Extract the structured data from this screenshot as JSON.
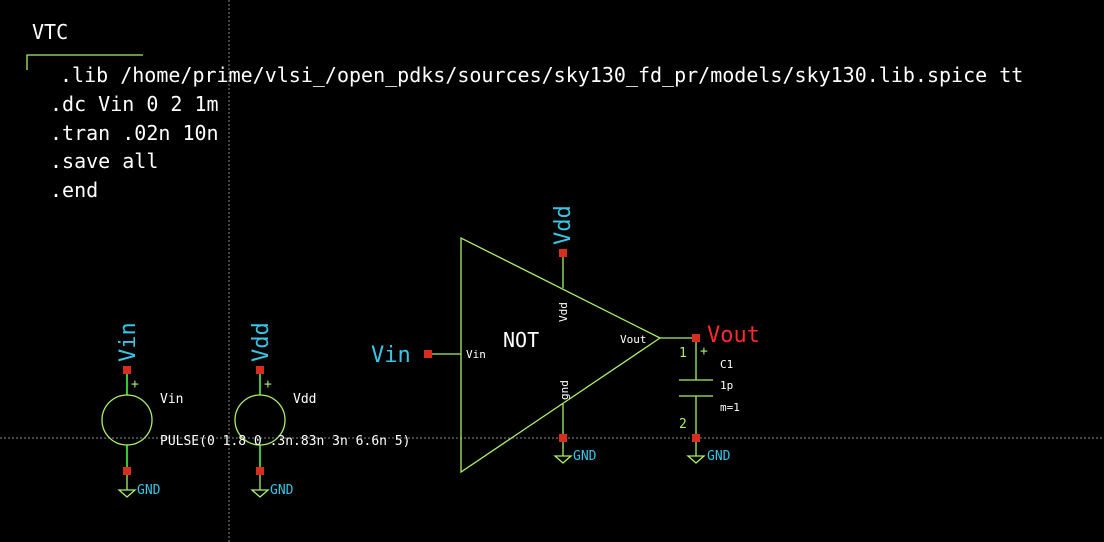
{
  "title": "VTC",
  "netlist": [
    ".lib /home/prime/vlsi_/open_pdks/sources/sky130_fd_pr/models/sky130.lib.spice tt",
    ".dc Vin 0 2 1m",
    ".tran .02n 10n",
    ".save all",
    ".end"
  ],
  "sources": {
    "vin": {
      "net_label": "Vin",
      "name": "Vin",
      "plus": "+",
      "gnd": "GND"
    },
    "vdd": {
      "net_label": "Vdd",
      "name": "Vdd",
      "plus": "+",
      "gnd": "GND"
    },
    "pulse_value": "PULSE(0 1.8 0 .3n.83n 3n 6.6n 5)"
  },
  "gate": {
    "label": "NOT",
    "pin_vin": "Vin",
    "pin_vdd": "Vdd",
    "pin_vout": "Vout",
    "pin_gnd": "gnd",
    "net_vdd": "Vdd",
    "net_vin": "Vin",
    "net_vout": "Vout",
    "gnd": "GND"
  },
  "capacitor": {
    "name": "C1",
    "value": "1p",
    "mult": "m=1",
    "pin1": "1",
    "pin2": "2",
    "plus": "+",
    "gnd": "GND"
  },
  "colors": {
    "background": "#000000",
    "text": "#ffffff",
    "net_label": "#39c5e6",
    "output_label": "#ff2a2a",
    "symbol": "#aaf06a",
    "wire": "#39c539",
    "pin": "#d62d1f"
  }
}
